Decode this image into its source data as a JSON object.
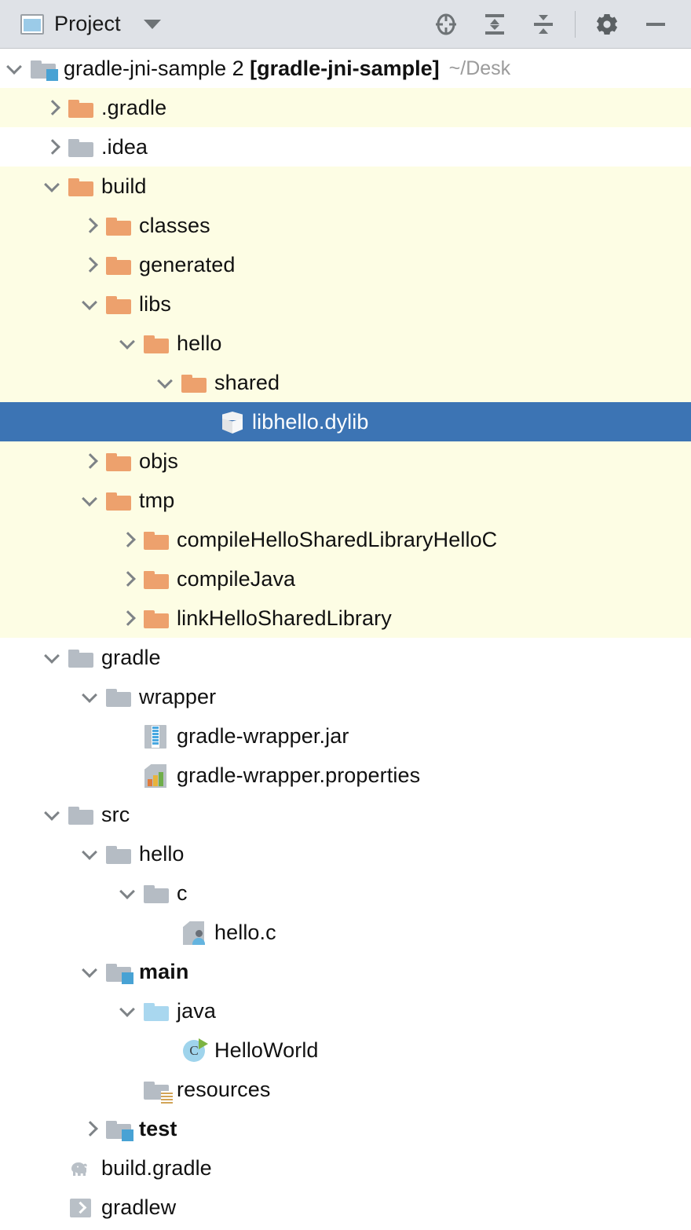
{
  "toolbar": {
    "title": "Project",
    "project_icon": "project-window-icon",
    "dropdown_icon": "chevron-down-icon",
    "actions": [
      {
        "name": "locate-in-tree-button",
        "icon": "crosshair-target-icon",
        "tooltip": "Select Opened File"
      },
      {
        "name": "expand-all-button",
        "icon": "expand-all-icon",
        "tooltip": "Expand All"
      },
      {
        "name": "collapse-all-button",
        "icon": "collapse-all-icon",
        "tooltip": "Collapse All"
      },
      {
        "name": "settings-button",
        "icon": "gear-icon",
        "tooltip": "Settings"
      },
      {
        "name": "hide-button",
        "icon": "minimize-icon",
        "tooltip": "Hide"
      }
    ]
  },
  "tree": {
    "root": {
      "name": "gradle-jni-sample 2",
      "module": "[gradle-jni-sample]",
      "path": "~/Desk",
      "twisty": "down",
      "icon": "module-folder-icon"
    },
    "rows": [
      {
        "label": ".gradle",
        "depth": 1,
        "twisty": "right",
        "icon": "folder-orange",
        "excluded": true,
        "selected": false,
        "bold": false
      },
      {
        "label": ".idea",
        "depth": 1,
        "twisty": "right",
        "icon": "folder-grey",
        "excluded": false,
        "selected": false,
        "bold": false
      },
      {
        "label": "build",
        "depth": 1,
        "twisty": "down",
        "icon": "folder-orange",
        "excluded": true,
        "selected": false,
        "bold": false
      },
      {
        "label": "classes",
        "depth": 2,
        "twisty": "right",
        "icon": "folder-orange",
        "excluded": true,
        "selected": false,
        "bold": false
      },
      {
        "label": "generated",
        "depth": 2,
        "twisty": "right",
        "icon": "folder-orange",
        "excluded": true,
        "selected": false,
        "bold": false
      },
      {
        "label": "libs",
        "depth": 2,
        "twisty": "down",
        "icon": "folder-orange",
        "excluded": true,
        "selected": false,
        "bold": false
      },
      {
        "label": "hello",
        "depth": 3,
        "twisty": "down",
        "icon": "folder-orange",
        "excluded": true,
        "selected": false,
        "bold": false
      },
      {
        "label": "shared",
        "depth": 4,
        "twisty": "down",
        "icon": "folder-orange",
        "excluded": true,
        "selected": false,
        "bold": false
      },
      {
        "label": "libhello.dylib",
        "depth": 5,
        "twisty": "none",
        "icon": "binary-cube-icon",
        "excluded": false,
        "selected": true,
        "bold": false
      },
      {
        "label": "objs",
        "depth": 2,
        "twisty": "right",
        "icon": "folder-orange",
        "excluded": true,
        "selected": false,
        "bold": false
      },
      {
        "label": "tmp",
        "depth": 2,
        "twisty": "down",
        "icon": "folder-orange",
        "excluded": true,
        "selected": false,
        "bold": false
      },
      {
        "label": "compileHelloSharedLibraryHelloC",
        "depth": 3,
        "twisty": "right",
        "icon": "folder-orange",
        "excluded": true,
        "selected": false,
        "bold": false
      },
      {
        "label": "compileJava",
        "depth": 3,
        "twisty": "right",
        "icon": "folder-orange",
        "excluded": true,
        "selected": false,
        "bold": false
      },
      {
        "label": "linkHelloSharedLibrary",
        "depth": 3,
        "twisty": "right",
        "icon": "folder-orange",
        "excluded": true,
        "selected": false,
        "bold": false
      },
      {
        "label": "gradle",
        "depth": 1,
        "twisty": "down",
        "icon": "folder-grey",
        "excluded": false,
        "selected": false,
        "bold": false
      },
      {
        "label": "wrapper",
        "depth": 2,
        "twisty": "down",
        "icon": "folder-grey",
        "excluded": false,
        "selected": false,
        "bold": false
      },
      {
        "label": "gradle-wrapper.jar",
        "depth": 3,
        "twisty": "none",
        "icon": "archive-jar-icon",
        "excluded": false,
        "selected": false,
        "bold": false
      },
      {
        "label": "gradle-wrapper.properties",
        "depth": 3,
        "twisty": "none",
        "icon": "properties-file-icon",
        "excluded": false,
        "selected": false,
        "bold": false
      },
      {
        "label": "src",
        "depth": 1,
        "twisty": "down",
        "icon": "folder-grey",
        "excluded": false,
        "selected": false,
        "bold": false
      },
      {
        "label": "hello",
        "depth": 2,
        "twisty": "down",
        "icon": "folder-grey",
        "excluded": false,
        "selected": false,
        "bold": false
      },
      {
        "label": "c",
        "depth": 3,
        "twisty": "down",
        "icon": "folder-grey",
        "excluded": false,
        "selected": false,
        "bold": false
      },
      {
        "label": "hello.c",
        "depth": 4,
        "twisty": "none",
        "icon": "c-source-file-icon",
        "excluded": false,
        "selected": false,
        "bold": false
      },
      {
        "label": "main",
        "depth": 2,
        "twisty": "down",
        "icon": "module-folder-icon",
        "excluded": false,
        "selected": false,
        "bold": true
      },
      {
        "label": "java",
        "depth": 3,
        "twisty": "down",
        "icon": "folder-blue",
        "excluded": false,
        "selected": false,
        "bold": false
      },
      {
        "label": "HelloWorld",
        "depth": 4,
        "twisty": "none",
        "icon": "java-class-runnable-icon",
        "excluded": false,
        "selected": false,
        "bold": false
      },
      {
        "label": "resources",
        "depth": 3,
        "twisty": "none",
        "icon": "resources-folder-icon",
        "excluded": false,
        "selected": false,
        "bold": false
      },
      {
        "label": "test",
        "depth": 2,
        "twisty": "right",
        "icon": "module-folder-icon",
        "excluded": false,
        "selected": false,
        "bold": true
      },
      {
        "label": "build.gradle",
        "depth": 1,
        "twisty": "none",
        "icon": "gradle-elephant-icon",
        "excluded": false,
        "selected": false,
        "bold": false
      },
      {
        "label": "gradlew",
        "depth": 1,
        "twisty": "none",
        "icon": "shell-script-icon",
        "excluded": false,
        "selected": false,
        "bold": false
      }
    ]
  },
  "colors": {
    "toolbar_bg": "#dfe2e7",
    "selection_bg": "#3c74b4",
    "excluded_bg": "#fdfde4",
    "folder_orange": "#eda16d",
    "folder_grey": "#b5bcc4",
    "folder_blue": "#a9d7ef",
    "badge_blue": "#48a2d4",
    "text": "#111111",
    "path_text": "#9b9b9b"
  }
}
